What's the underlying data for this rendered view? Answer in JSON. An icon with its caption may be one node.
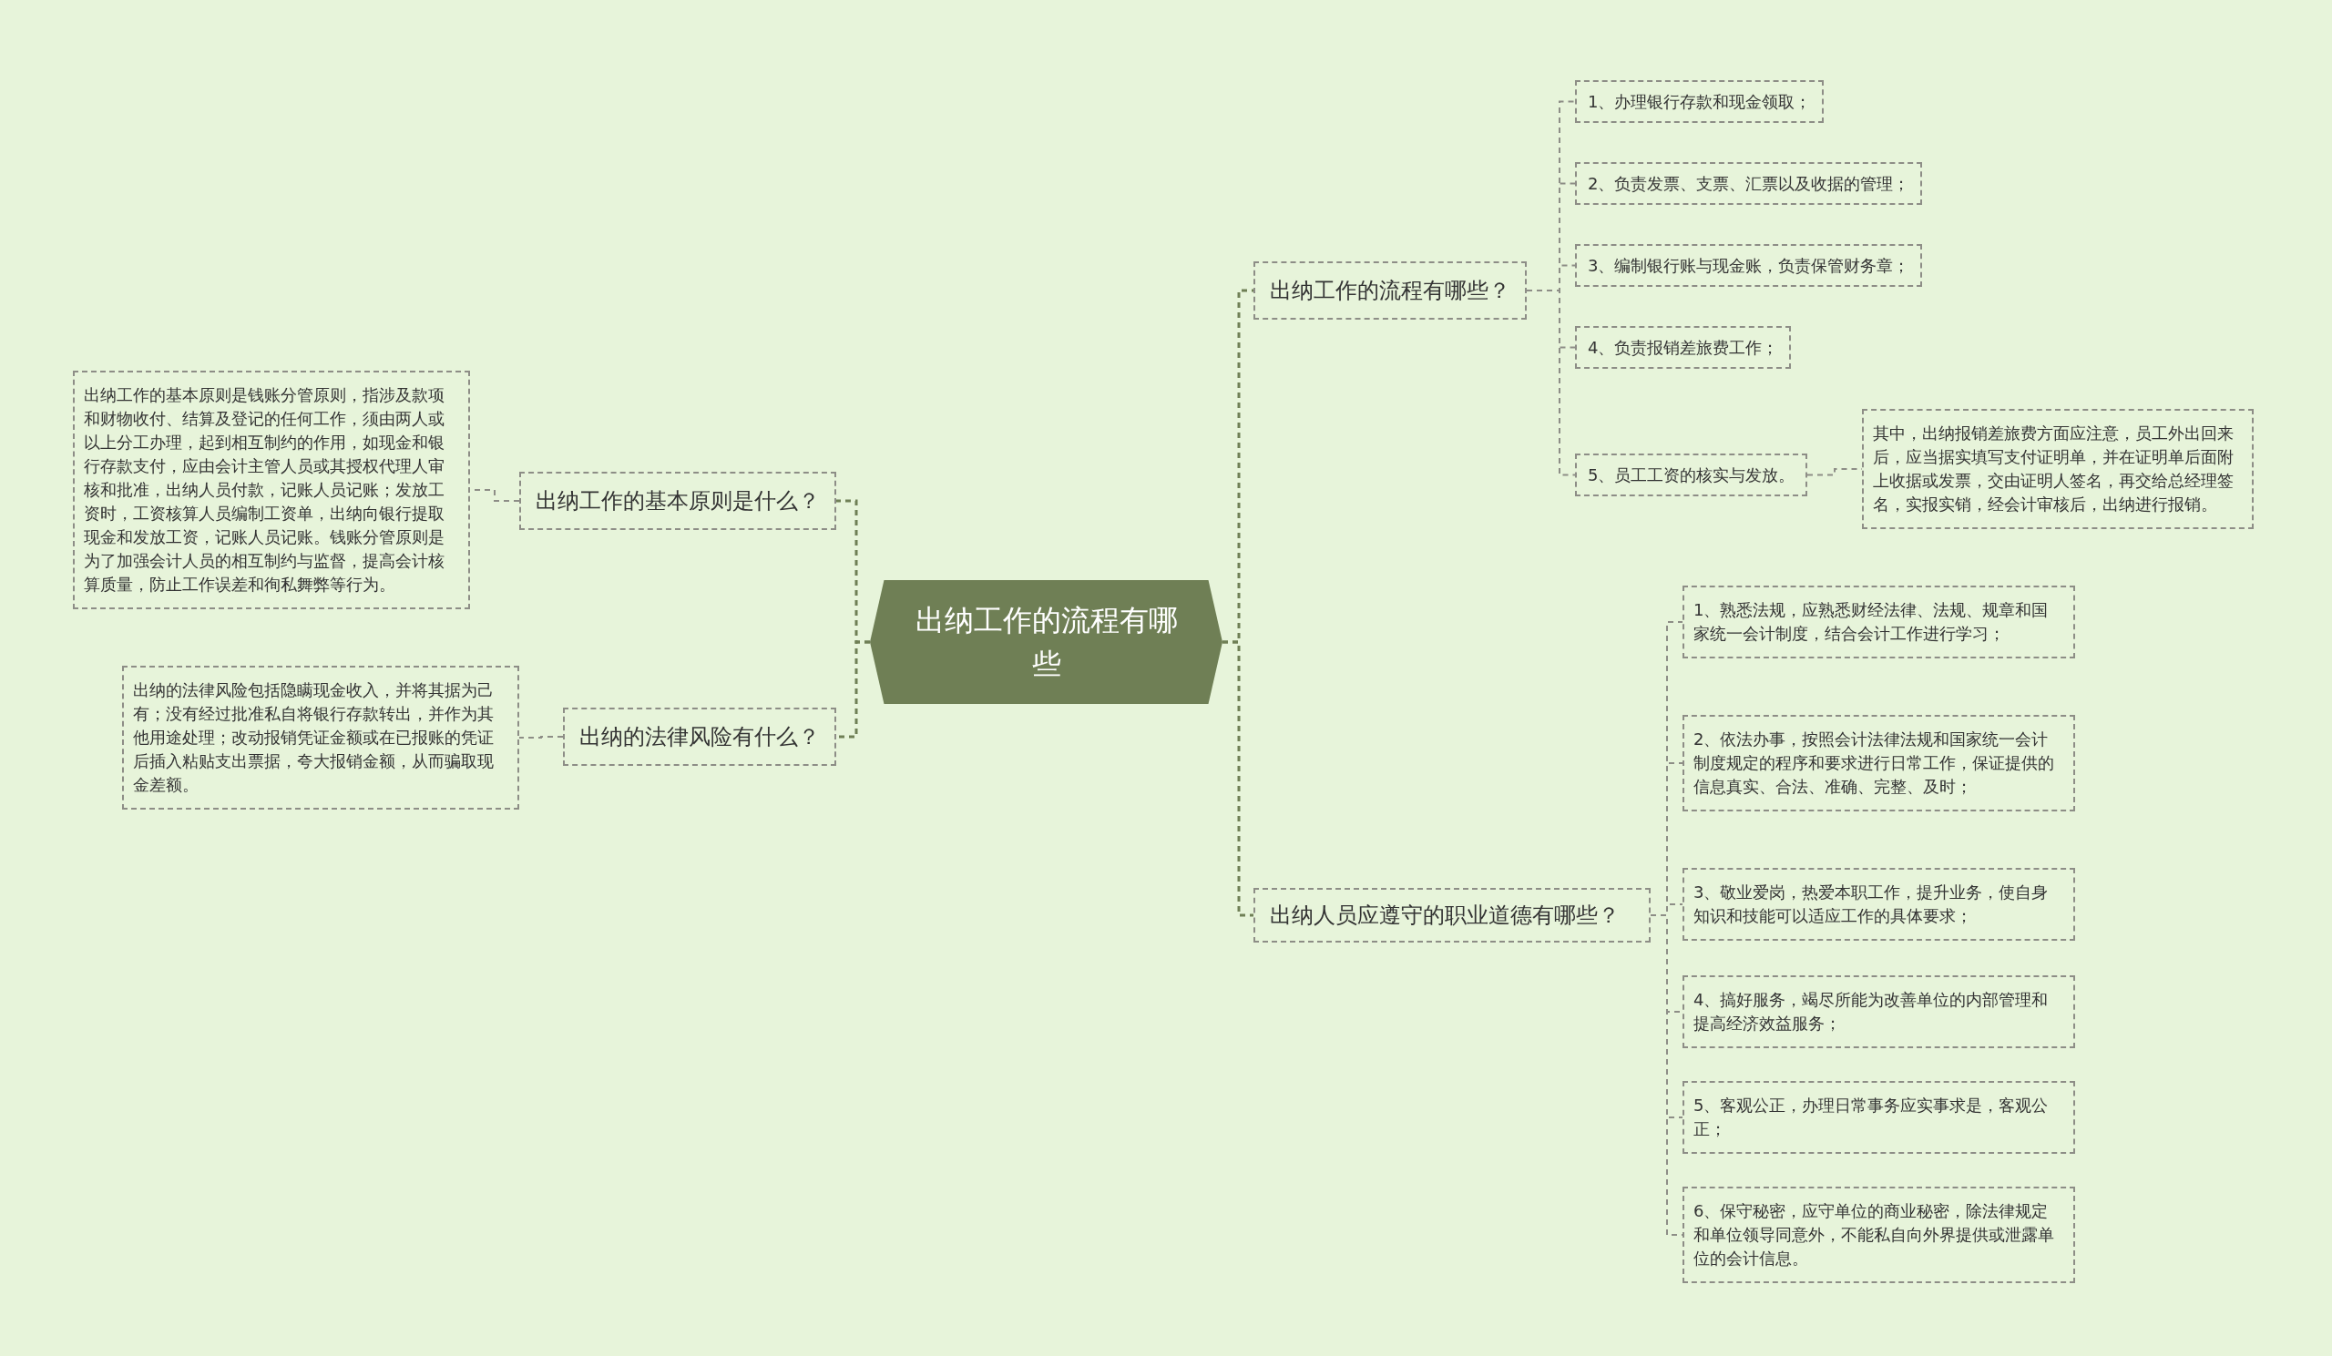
{
  "diagram": {
    "nodes": [
      {
        "text": [
          "出纳工作的流程有哪些"
        ]
      },
      {
        "text": [
          "出纳工作的流程有哪些？"
        ]
      },
      {
        "text": [
          "1、办理银行存款和现金领取；"
        ]
      },
      {
        "text": [
          "2、负责发票、支票、汇票以及收据的管理；"
        ]
      },
      {
        "text": [
          "3、编制银行账与现金账，负责保管财务章；"
        ]
      },
      {
        "text": [
          "4、负责报销差旅费工作；"
        ]
      },
      {
        "text": [
          "5、员工工资的核实与发放。"
        ]
      },
      {
        "text": [
          "其中，出纳报销差旅费方面应注意，员工外出回来后，应当据实填写支付证明单，并在证明单后面附上收据或发票，交由证明人签名，再交给总经理签名，实报实销，经会计审核后，出纳进行报销。"
        ]
      },
      {
        "text": [
          "出纳人员应遵守的职业道德有哪些？"
        ]
      },
      {
        "text": [
          "1、熟悉法规，应熟悉财经法律、法规、规章和国家统一会计制度，结合会计工作进行学习；"
        ]
      },
      {
        "text": [
          "2、依法办事，按照会计法律法规和国家统一会计制度规定的程序和要求进行日常工作，保证提供的信息真实、合法、准确、完整、及时；"
        ]
      },
      {
        "text": [
          "3、敬业爱岗，热爱本职工作，提升业务，使自身知识和技能可以适应工作的具体要求；"
        ]
      },
      {
        "text": [
          "4、搞好服务，竭尽所能为改善单位的内部管理和提高经济效益服务；"
        ]
      },
      {
        "text": [
          "5、客观公正，办理日常事务应实事求是，客观公正；"
        ]
      },
      {
        "text": [
          "6、保守秘密，应守单位的商业秘密，除法律规定和单位领导同意外，不能私自向外界提供或泄露单位的会计信息。"
        ]
      },
      {
        "text": [
          "出纳工作的基本原则是什么？"
        ]
      },
      {
        "text": [
          "出纳工作的基本原则是钱账分管原则，指涉及款项和财物收付、结算及登记的任何工作，须由两人或以上分工办理，起到相互制约的作用，如现金和银行存款支付，应由会计主管人员或其授权代理人审核和批准，出纳人员付款，记账人员记账；发放工资时，工资核算人员编制工资单，出纳向银行提取现金和发放工资，记账人员记账。钱账分管原则是为了加强会计人员的相互制约与监督，提高会计核算质量，防止工作误差和徇私舞弊等行为。"
        ]
      },
      {
        "text": [
          "出纳的法律风险有什么？"
        ]
      },
      {
        "text": [
          "出纳的法律风险包括隐瞒现金收入，并将其据为己有；没有经过批准私自将银行存款转出，并作为其他用途处理；改动报销凭证金额或在已报账的凭证后插入粘贴支出票据，夸大报销金额，从而骗取现金差额。"
        ]
      }
    ],
    "edges": [
      {
        "from": 0,
        "to": 1,
        "arrow": "none",
        "color": "#6f7f55"
      },
      {
        "from": 1,
        "to": 2,
        "arrow": "none"
      },
      {
        "from": 1,
        "to": 3,
        "arrow": "none"
      },
      {
        "from": 1,
        "to": 4,
        "arrow": "none"
      },
      {
        "from": 1,
        "to": 5,
        "arrow": "none"
      },
      {
        "from": 1,
        "to": 6,
        "arrow": "none"
      },
      {
        "from": 6,
        "to": 7,
        "arrow": "none"
      },
      {
        "from": 0,
        "to": 8,
        "arrow": "none",
        "color": "#6f7f55"
      },
      {
        "from": 8,
        "to": 9,
        "arrow": "none"
      },
      {
        "from": 8,
        "to": 10,
        "arrow": "none"
      },
      {
        "from": 8,
        "to": 11,
        "arrow": "none"
      },
      {
        "from": 8,
        "to": 12,
        "arrow": "none"
      },
      {
        "from": 8,
        "to": 13,
        "arrow": "none"
      },
      {
        "from": 8,
        "to": 14,
        "arrow": "none"
      },
      {
        "from": 0,
        "to": 15,
        "arrow": "none",
        "color": "#6f7f55"
      },
      {
        "from": 15,
        "to": 16,
        "arrow": "none"
      },
      {
        "from": 0,
        "to": 17,
        "arrow": "none",
        "color": "#6f7f55"
      },
      {
        "from": 17,
        "to": 18,
        "arrow": "none"
      }
    ]
  }
}
